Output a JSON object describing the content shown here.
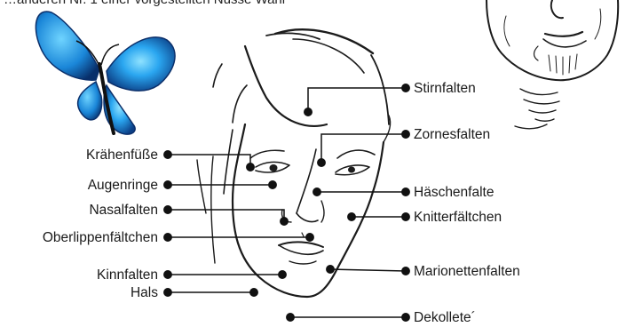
{
  "cropped_caption": "…anderen Nr. 1 einer vorgestellten Nüsse Wahl",
  "labels": {
    "stirnfalten": "Stirnfalten",
    "zornesfalten": "Zornesfalten",
    "haeschenfalte": "Häschenfalte",
    "knitterfaeltchen": "Knitterfältchen",
    "marionettenfalten": "Marionettenfalten",
    "dekollete": "Dekollete´",
    "kraehenfuesse": "Krähenfüße",
    "augenringe": "Augenringe",
    "nasalfalten": "Nasalfalten",
    "oberlippenfaeltchen": "Oberlippenfältchen",
    "kinnfalten": "Kinnfalten",
    "hals": "Hals"
  },
  "colors": {
    "ink": "#1b1b1b",
    "butterfly_light": "#5fc8ff",
    "butterfly_mid": "#1e8fe0",
    "butterfly_dark": "#0b3f86"
  },
  "icons": [
    "butterfly-icon"
  ]
}
